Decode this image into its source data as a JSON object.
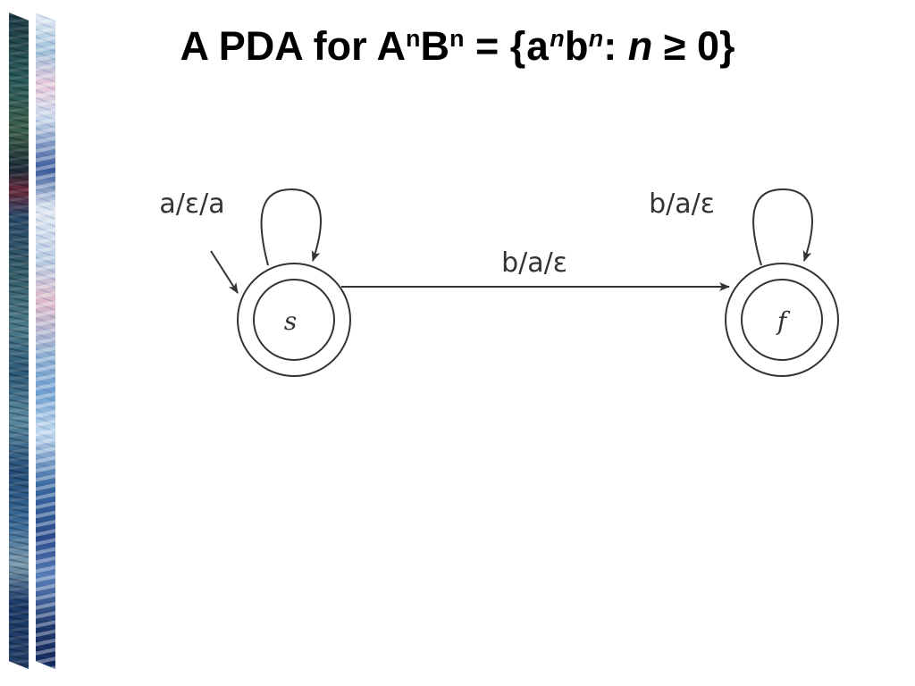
{
  "slide": {
    "title": {
      "prefix": "A PDA for A",
      "sup1": "n",
      "mid": "B",
      "sup2": "n",
      "eq": " = {",
      "a": "a",
      "sup3": "n",
      "b": "b",
      "sup4": "n",
      "colon": ": ",
      "var": "n",
      "rest": " ≥ 0}"
    }
  },
  "diagram": {
    "states": [
      {
        "id": "s",
        "label": "s",
        "start": true,
        "accepting": true
      },
      {
        "id": "f",
        "label": "f",
        "start": false,
        "accepting": true
      }
    ],
    "transitions": [
      {
        "from": "s",
        "to": "s",
        "label": "a/ε/a"
      },
      {
        "from": "s",
        "to": "f",
        "label": "b/a/ε"
      },
      {
        "from": "f",
        "to": "f",
        "label": "b/a/ε"
      }
    ]
  }
}
